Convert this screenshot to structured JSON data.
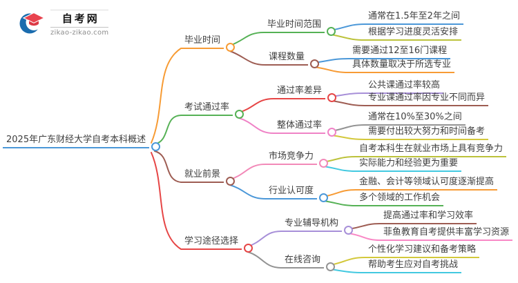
{
  "logo": {
    "icon": "graduation-cap-icon",
    "site_name": "自考网",
    "site_url": "zikao-zikao.com",
    "brand_blue": "#1a6cae",
    "brand_red": "#e8434e"
  },
  "mindmap": {
    "root": {
      "label": "2025年广东财经大学自考本科概述",
      "color": "#4a97d8"
    },
    "branches": [
      {
        "label": "毕业时间",
        "color": "#f79b34",
        "children": [
          {
            "label": "毕业时间范围",
            "color": "#55b155",
            "leaves": [
              {
                "text": "通常在1.5年至2年之间",
                "color": "#4a97d8"
              },
              {
                "text": "根据学习进度灵活安排",
                "color": "#bcc23a"
              }
            ]
          },
          {
            "label": "课程数量",
            "color": "#9d5c52",
            "leaves": [
              {
                "text": "需要通过12至16门课程",
                "color": "#4a97d8"
              },
              {
                "text": "具体数量取决于所选专业",
                "color": "#f79b34"
              }
            ]
          }
        ]
      },
      {
        "label": "考试通过率",
        "color": "#55b155",
        "children": [
          {
            "label": "通过率差异",
            "color": "#e64545",
            "leaves": [
              {
                "text": "公共课通过率较高",
                "color": "#a78fd8"
              },
              {
                "text": "专业课通过率因专业不同而异",
                "color": "#9d5c52"
              }
            ]
          },
          {
            "label": "整体通过率",
            "color": "#ef82c6",
            "leaves": [
              {
                "text": "通常在10%至30%之间",
                "color": "#939393"
              },
              {
                "text": "需要付出较大努力和时间备考",
                "color": "#d3c83b"
              }
            ]
          }
        ]
      },
      {
        "label": "就业前景",
        "color": "#9d5c52",
        "children": [
          {
            "label": "市场竞争力",
            "color": "#f289b8",
            "leaves": [
              {
                "text": "自考本科生在就业市场上具有竞争力",
                "color": "#bcc23a"
              },
              {
                "text": "实际能力和经验更为重要",
                "color": "#42c9e0"
              }
            ]
          },
          {
            "label": "行业认可度",
            "color": "#4a97d8",
            "leaves": [
              {
                "text": "金融、会计等领域认可度逐渐提高",
                "color": "#f79b34"
              },
              {
                "text": "多个领域的工作机会",
                "color": "#55b155"
              }
            ]
          }
        ]
      },
      {
        "label": "学习途径选择",
        "color": "#e64545",
        "children": [
          {
            "label": "专业辅导机构",
            "color": "#a78fd8",
            "leaves": [
              {
                "text": "提高通过率和学习效率",
                "color": "#9d5c52"
              },
              {
                "text": "菲鱼教育自考提供丰富学习资源",
                "color": "#f987c5"
              }
            ]
          },
          {
            "label": "在线咨询",
            "color": "#939393",
            "leaves": [
              {
                "text": "个性化学习建议和备考策略",
                "color": "#d3c83b"
              },
              {
                "text": "帮助考生应对自考挑战",
                "color": "#42c9e0"
              }
            ]
          }
        ]
      }
    ]
  }
}
